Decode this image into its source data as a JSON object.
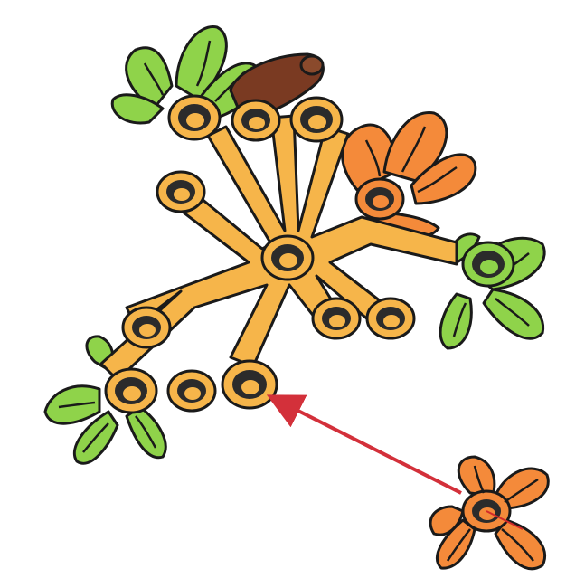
{
  "diagram": {
    "kind": "assembly-instruction",
    "parts": {
      "main_assembly": {
        "name": "plant-branch-assembly",
        "colors": {
          "branch": "#f6b54a",
          "stud_hole": "#2b2b2b",
          "leaf_green": "#8fd34a",
          "flower_orange": "#f48a3a",
          "brown_cone": "#7a3a22",
          "vein": "#1a1a1a"
        }
      },
      "new_part": {
        "name": "orange-flower-piece",
        "color": "#f48a3a",
        "highlight_outline": "#d12a2a"
      }
    },
    "arrow": {
      "color": "#d3303a",
      "meaning": "attach-part"
    }
  }
}
